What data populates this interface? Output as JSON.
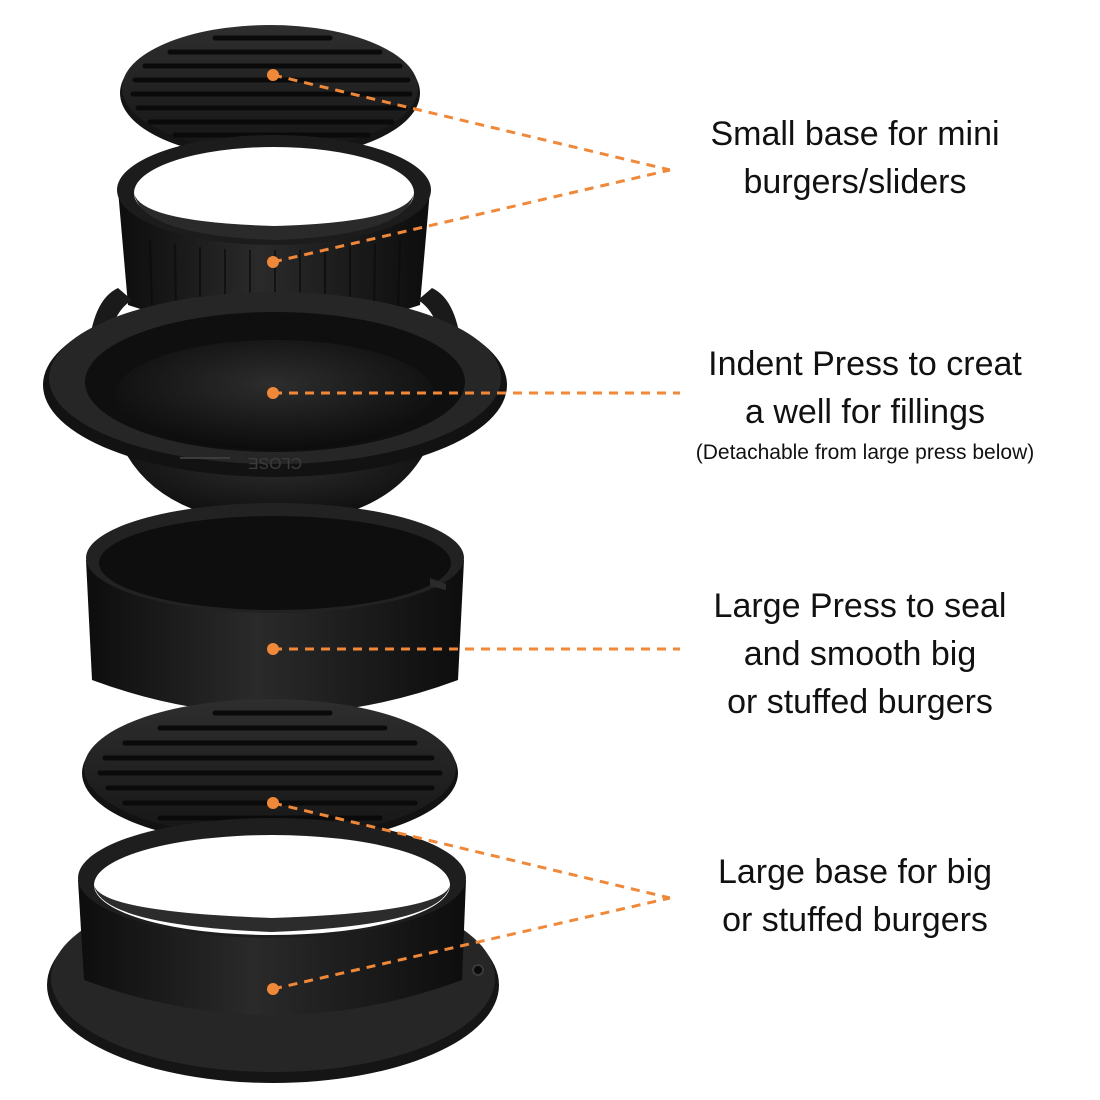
{
  "colors": {
    "background": "#ffffff",
    "part_dark": "#151515",
    "part_mid": "#262626",
    "part_highlight": "#3a3a3a",
    "callout_orange": "#f0883a",
    "text": "#111111"
  },
  "labels": {
    "small_base": {
      "line1": "Small base for mini",
      "line2": "burgers/sliders"
    },
    "indent_press": {
      "line1": "Indent Press to creat",
      "line2": "a well for fillings",
      "note": "(Detachable from large press below)"
    },
    "large_press": {
      "line1": "Large Press to seal",
      "line2": "and smooth big",
      "line3": "or stuffed burgers"
    },
    "large_base": {
      "line1": "Large base for big",
      "line2": "or stuffed burgers"
    }
  },
  "embossed_text": {
    "close": "CLOSE"
  },
  "icons": [
    "callout-dot-icon",
    "dashed-leader-line"
  ]
}
